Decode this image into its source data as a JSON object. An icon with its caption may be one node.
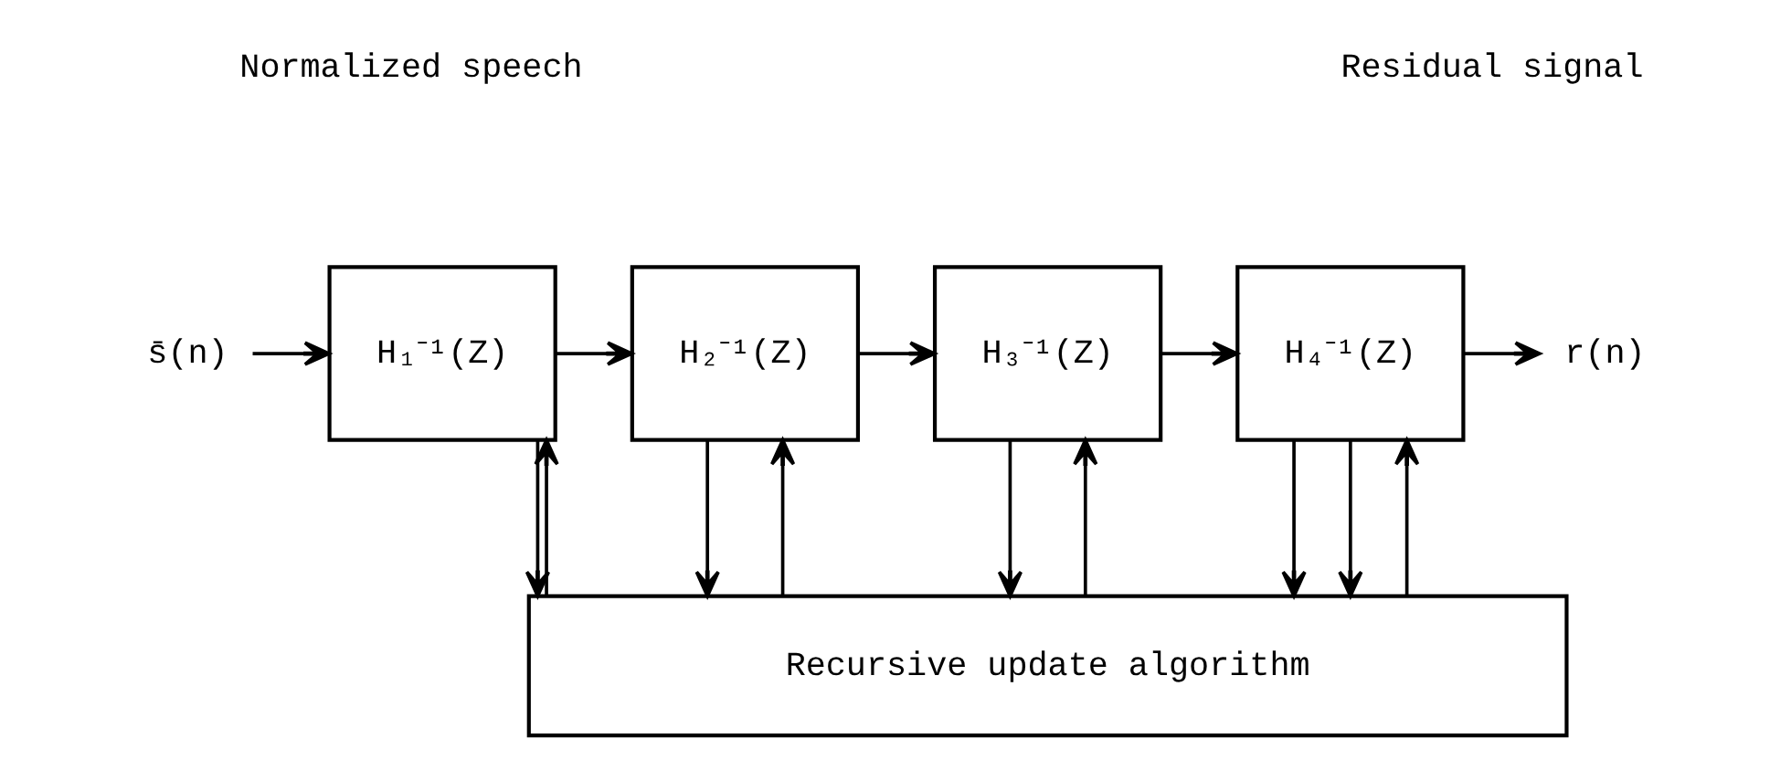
{
  "diagram": {
    "nodes": [
      {
        "text": [
          "s̄(n)"
        ]
      },
      {
        "text": [
          "H₁⁻¹(Z)"
        ]
      },
      {
        "text": [
          "H₂⁻¹(Z)"
        ]
      },
      {
        "text": [
          "H₃⁻¹(Z)"
        ]
      },
      {
        "text": [
          "H₄⁻¹(Z)"
        ]
      },
      {
        "text": [
          "r(n)"
        ]
      },
      {
        "text": [
          "Recursive update algorithm"
        ]
      }
    ],
    "edges": [
      {
        "from": 0,
        "to": 1,
        "arrow": "to"
      },
      {
        "from": 1,
        "to": 2,
        "arrow": "to"
      },
      {
        "from": 2,
        "to": 3,
        "arrow": "to"
      },
      {
        "from": 3,
        "to": 4,
        "arrow": "to"
      },
      {
        "from": 4,
        "to": 5,
        "arrow": "to"
      },
      {
        "from": 4,
        "to": 6,
        "arrow": "to"
      },
      {
        "from": 1,
        "to": 6,
        "arrow": "to"
      },
      {
        "from": 6,
        "to": 1,
        "arrow": "to"
      },
      {
        "from": 2,
        "to": 6,
        "arrow": "to"
      },
      {
        "from": 6,
        "to": 2,
        "arrow": "to"
      },
      {
        "from": 3,
        "to": 6,
        "arrow": "to"
      },
      {
        "from": 6,
        "to": 3,
        "arrow": "to"
      },
      {
        "from": 4,
        "to": 6,
        "arrow": "to"
      },
      {
        "from": 6,
        "to": 4,
        "arrow": "to"
      }
    ],
    "labels": [
      "Normalized speech",
      "Residual signal"
    ]
  }
}
